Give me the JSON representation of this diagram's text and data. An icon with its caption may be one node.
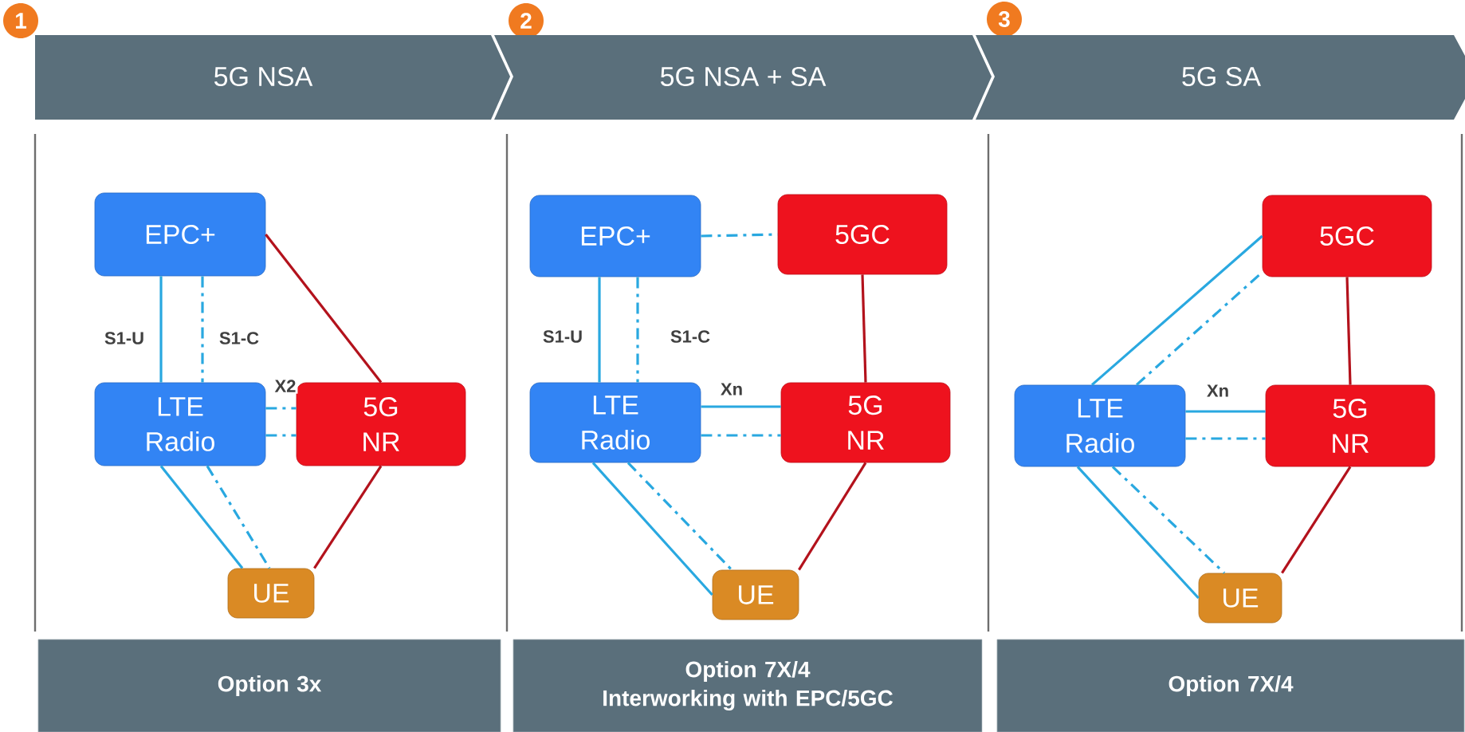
{
  "diagram": {
    "nodes": [
      {
        "text": [
          "1"
        ]
      },
      {
        "text": [
          "5G NSA"
        ]
      },
      {
        "text": [
          "2"
        ]
      },
      {
        "text": [
          "5G NSA + SA"
        ]
      },
      {
        "text": [
          "3"
        ]
      },
      {
        "text": [
          "5G  SA"
        ]
      },
      {
        "text": [
          "EPC+"
        ]
      },
      {
        "text": [
          "LTE Radio"
        ]
      },
      {
        "text": [
          "5G NR"
        ]
      },
      {
        "text": [
          "UE"
        ]
      },
      {
        "text": [
          "EPC+"
        ]
      },
      {
        "text": [
          "5GC"
        ]
      },
      {
        "text": [
          "LTE Radio"
        ]
      },
      {
        "text": [
          "5G NR"
        ]
      },
      {
        "text": [
          "UE"
        ]
      },
      {
        "text": [
          "5GC"
        ]
      },
      {
        "text": [
          "LTE Radio"
        ]
      },
      {
        "text": [
          "5G NR"
        ]
      },
      {
        "text": [
          "UE"
        ]
      },
      {
        "text": [
          "Option 3x"
        ]
      },
      {
        "text": [
          "Option 7X/4",
          "Interworking with EPC/5GC"
        ]
      },
      {
        "text": [
          "Option 7X/4"
        ]
      }
    ],
    "edges": [
      {
        "from": 6,
        "to": 7,
        "arrow": "none",
        "label": "S1-U"
      },
      {
        "from": 6,
        "to": 7,
        "arrow": "none",
        "style": "dashed",
        "label": "S1-C"
      },
      {
        "from": 6,
        "to": 8,
        "arrow": "none",
        "color": "#b3121c"
      },
      {
        "from": 7,
        "to": 8,
        "arrow": "none",
        "style": "dashed",
        "label": "X2"
      },
      {
        "from": 7,
        "to": 8,
        "arrow": "none",
        "style": "dashed"
      },
      {
        "from": 7,
        "to": 9,
        "arrow": "none"
      },
      {
        "from": 7,
        "to": 9,
        "arrow": "none",
        "style": "dashed"
      },
      {
        "from": 8,
        "to": 9,
        "arrow": "none",
        "color": "#b3121c"
      },
      {
        "from": 10,
        "to": 11,
        "arrow": "none",
        "style": "dashed"
      },
      {
        "from": 10,
        "to": 12,
        "arrow": "none",
        "label": "S1-U"
      },
      {
        "from": 10,
        "to": 12,
        "arrow": "none",
        "style": "dashed",
        "label": "S1-C"
      },
      {
        "from": 11,
        "to": 13,
        "arrow": "none",
        "color": "#b3121c"
      },
      {
        "from": 12,
        "to": 13,
        "arrow": "none",
        "label": "Xn"
      },
      {
        "from": 12,
        "to": 13,
        "arrow": "none",
        "style": "dashed"
      },
      {
        "from": 12,
        "to": 14,
        "arrow": "none"
      },
      {
        "from": 12,
        "to": 14,
        "arrow": "none",
        "style": "dashed"
      },
      {
        "from": 13,
        "to": 14,
        "arrow": "none",
        "color": "#b3121c"
      },
      {
        "from": 16,
        "to": 15,
        "arrow": "none"
      },
      {
        "from": 16,
        "to": 15,
        "arrow": "none",
        "style": "dashed"
      },
      {
        "from": 15,
        "to": 17,
        "arrow": "none",
        "color": "#b3121c"
      },
      {
        "from": 16,
        "to": 17,
        "arrow": "none",
        "label": "Xn"
      },
      {
        "from": 16,
        "to": 17,
        "arrow": "none",
        "style": "dashed"
      },
      {
        "from": 16,
        "to": 18,
        "arrow": "none"
      },
      {
        "from": 16,
        "to": 18,
        "arrow": "none",
        "style": "dashed"
      },
      {
        "from": 17,
        "to": 18,
        "arrow": "none",
        "color": "#b3121c"
      }
    ]
  }
}
